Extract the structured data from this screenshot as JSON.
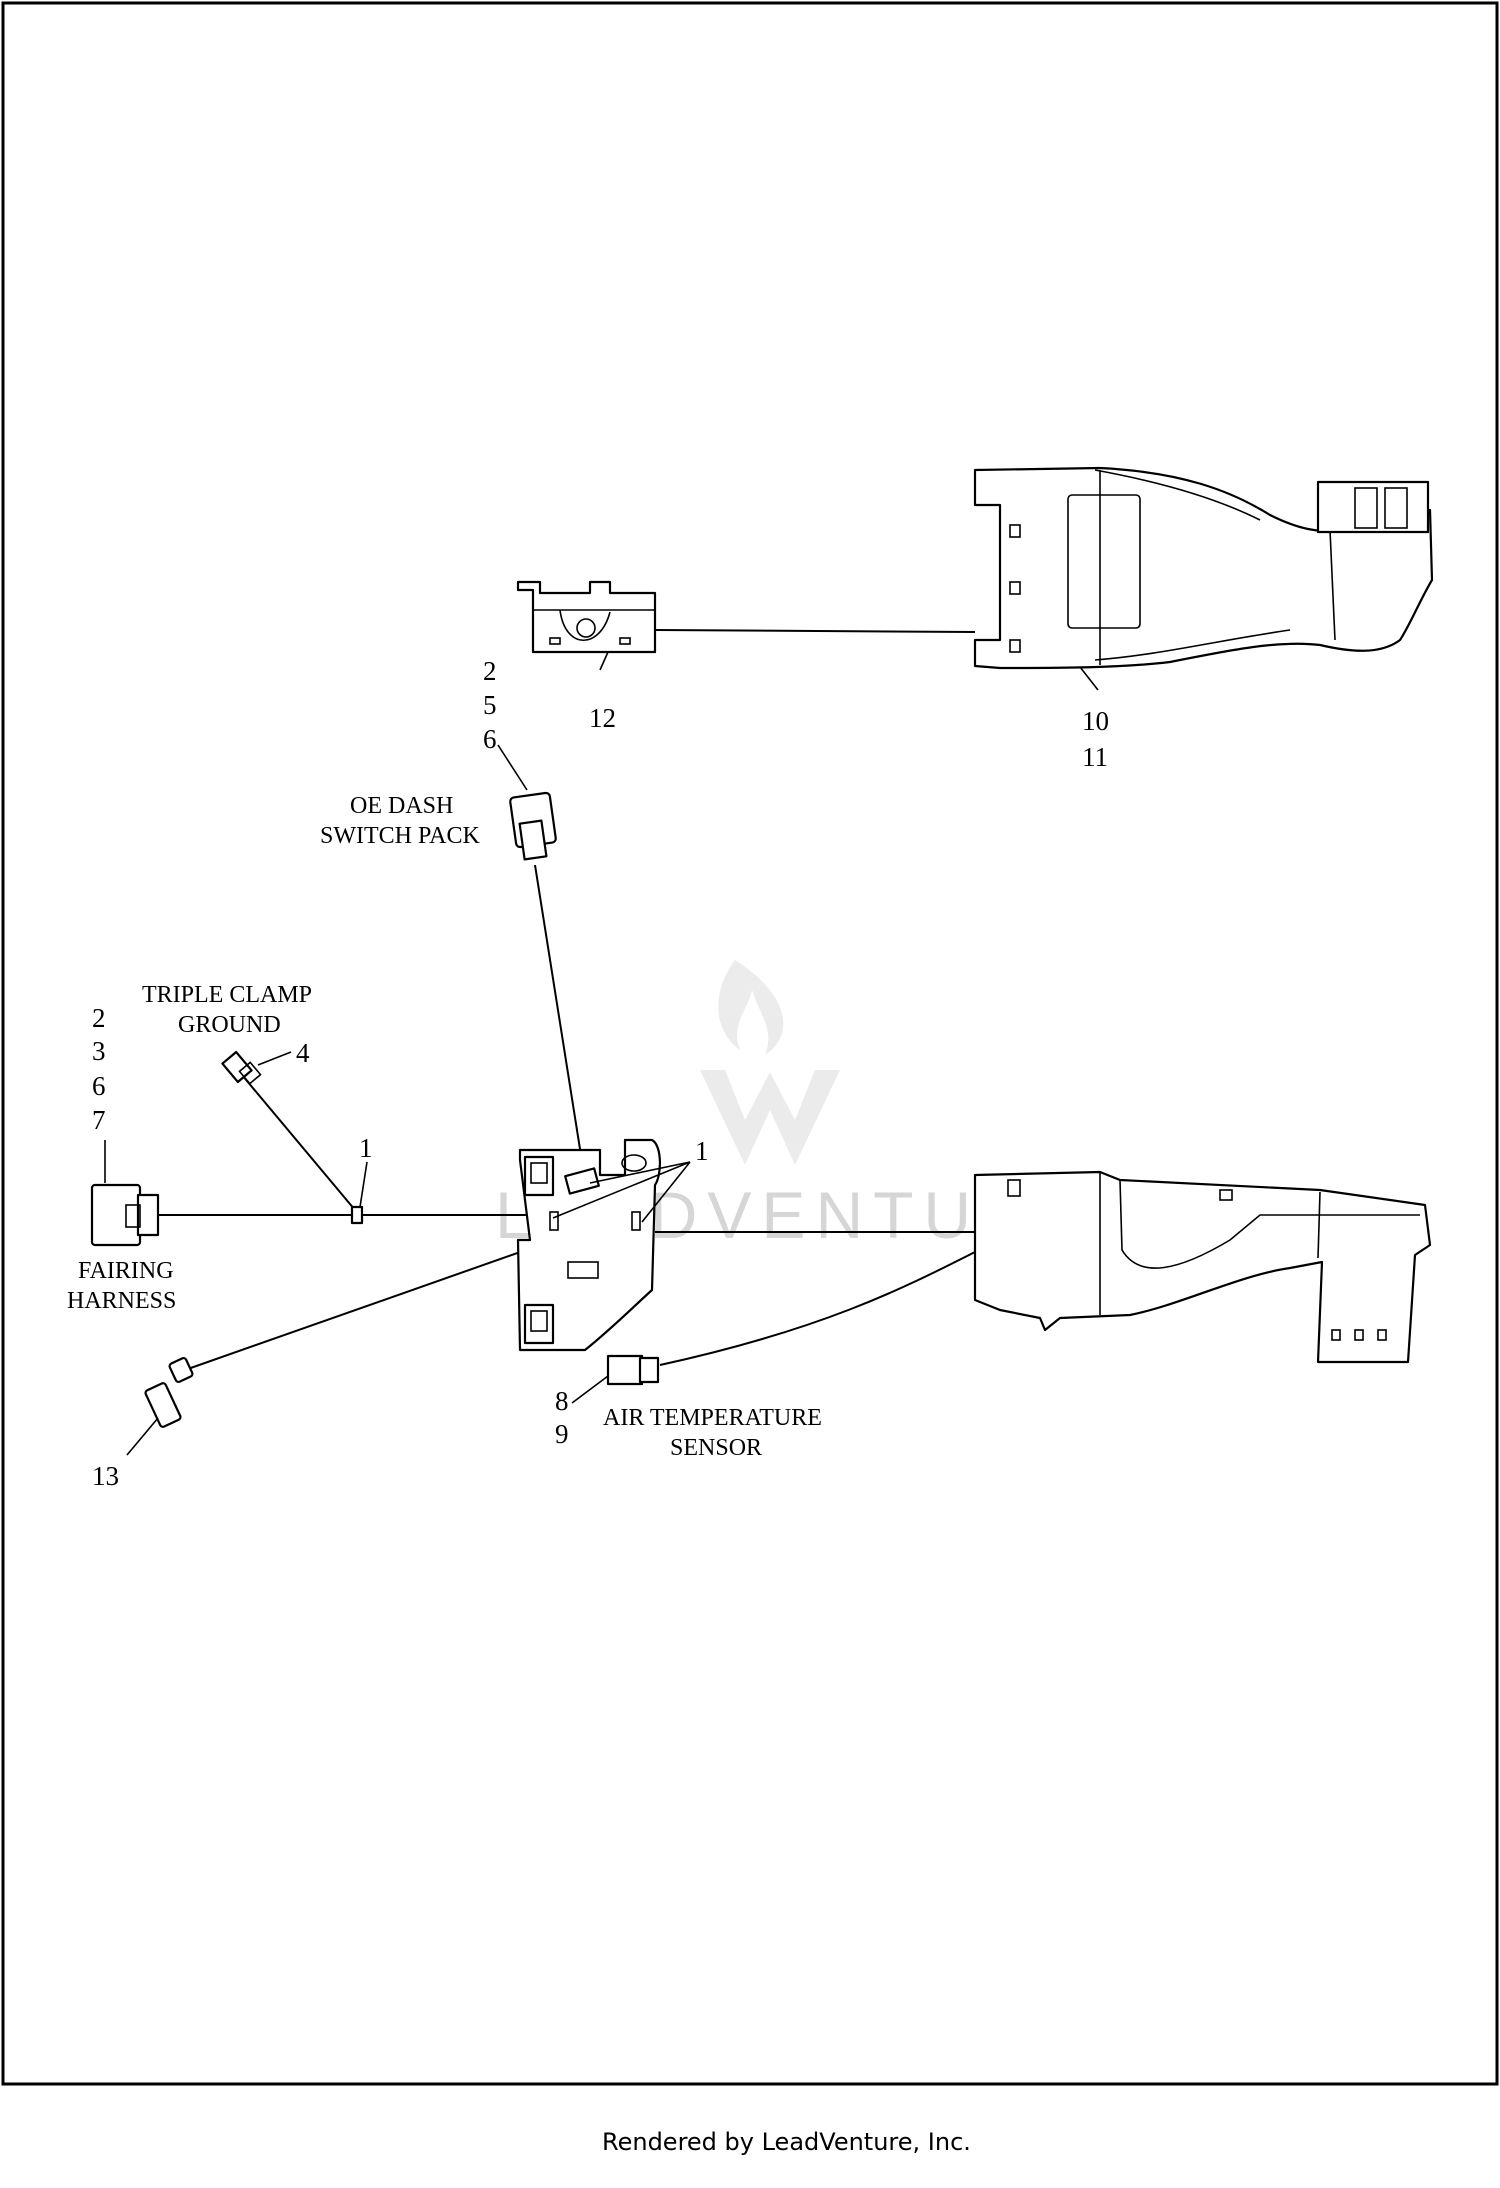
{
  "footer": "Rendered by LeadVenture, Inc.",
  "watermark": "LEADVENTURE",
  "labels": {
    "oe_dash": [
      "OE DASH",
      "SWITCH PACK"
    ],
    "triple_clamp": [
      "TRIPLE CLAMP",
      "GROUND"
    ],
    "fairing": [
      "FAIRING",
      "HARNESS"
    ],
    "air_temp": [
      "AIR TEMPERATURE",
      "SENSOR"
    ]
  },
  "callouts": {
    "c256": [
      "2",
      "5",
      "6"
    ],
    "c12": "12",
    "c1011": [
      "10",
      "11"
    ],
    "c2367": [
      "2",
      "3",
      "6",
      "7"
    ],
    "c4": "4",
    "c1_left": "1",
    "c1_right": "1",
    "c89": [
      "8",
      "9"
    ],
    "c13": "13"
  }
}
